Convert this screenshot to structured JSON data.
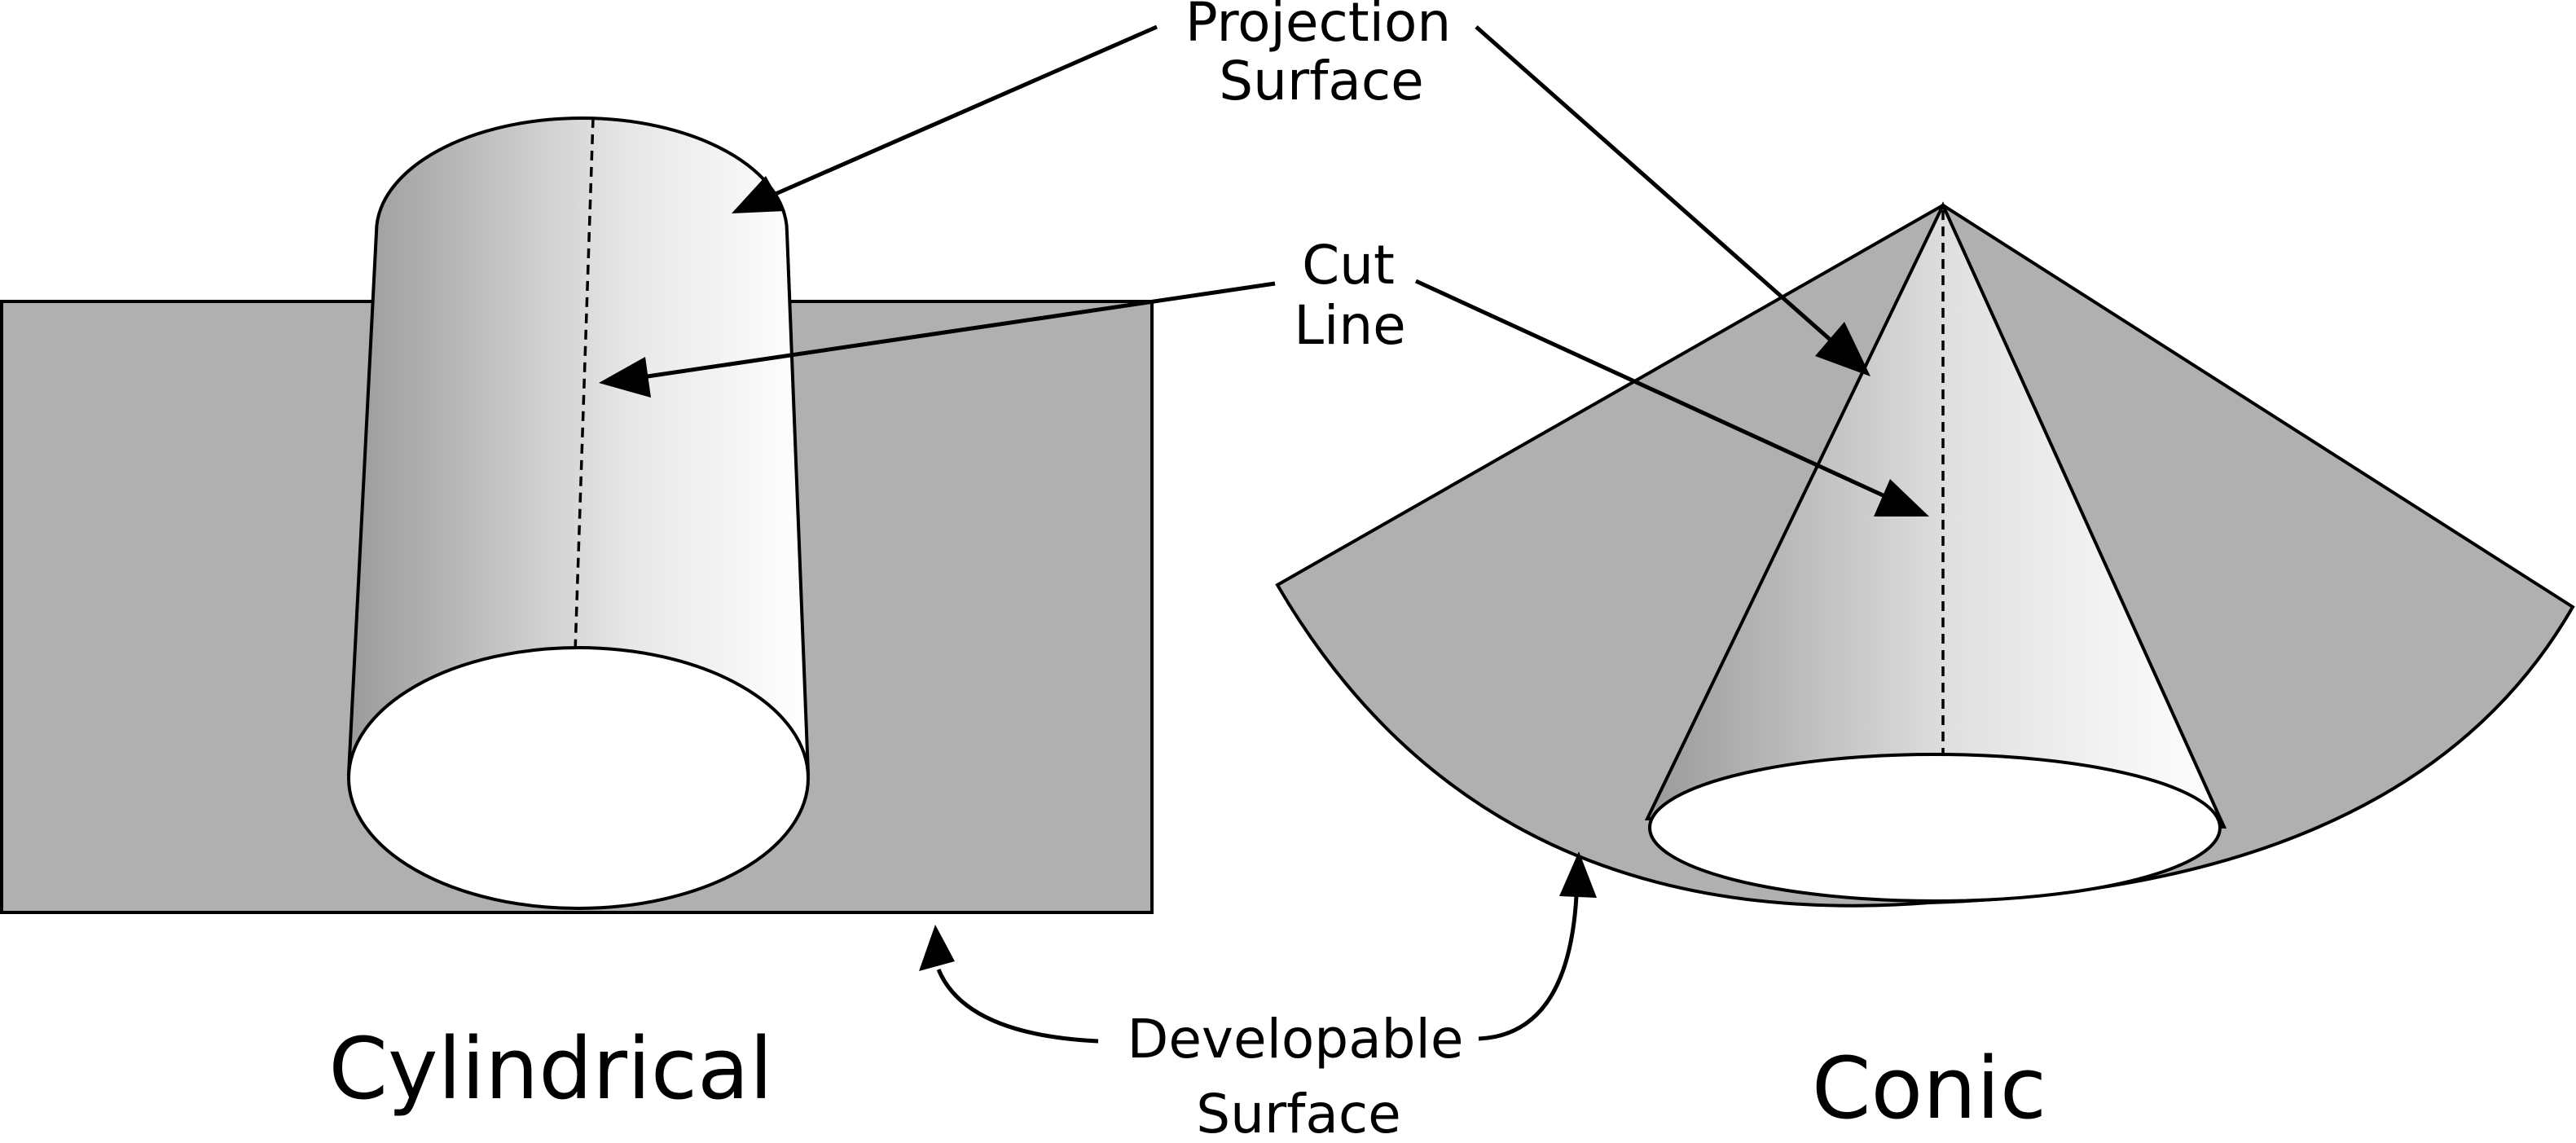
{
  "labels": {
    "projection_surface_line1": "Projection",
    "projection_surface_line2": "Surface",
    "cut_line_line1": "Cut",
    "cut_line_line2": "Line",
    "developable_surface_line1": "Developable",
    "developable_surface_line2": "Surface",
    "cylindrical": "Cylindrical",
    "conic": "Conic"
  },
  "colors": {
    "developable_fill": "#b0b0b0",
    "surface_dark": "#9a9a9a",
    "surface_light": "#ffffff",
    "outline": "#000000"
  }
}
